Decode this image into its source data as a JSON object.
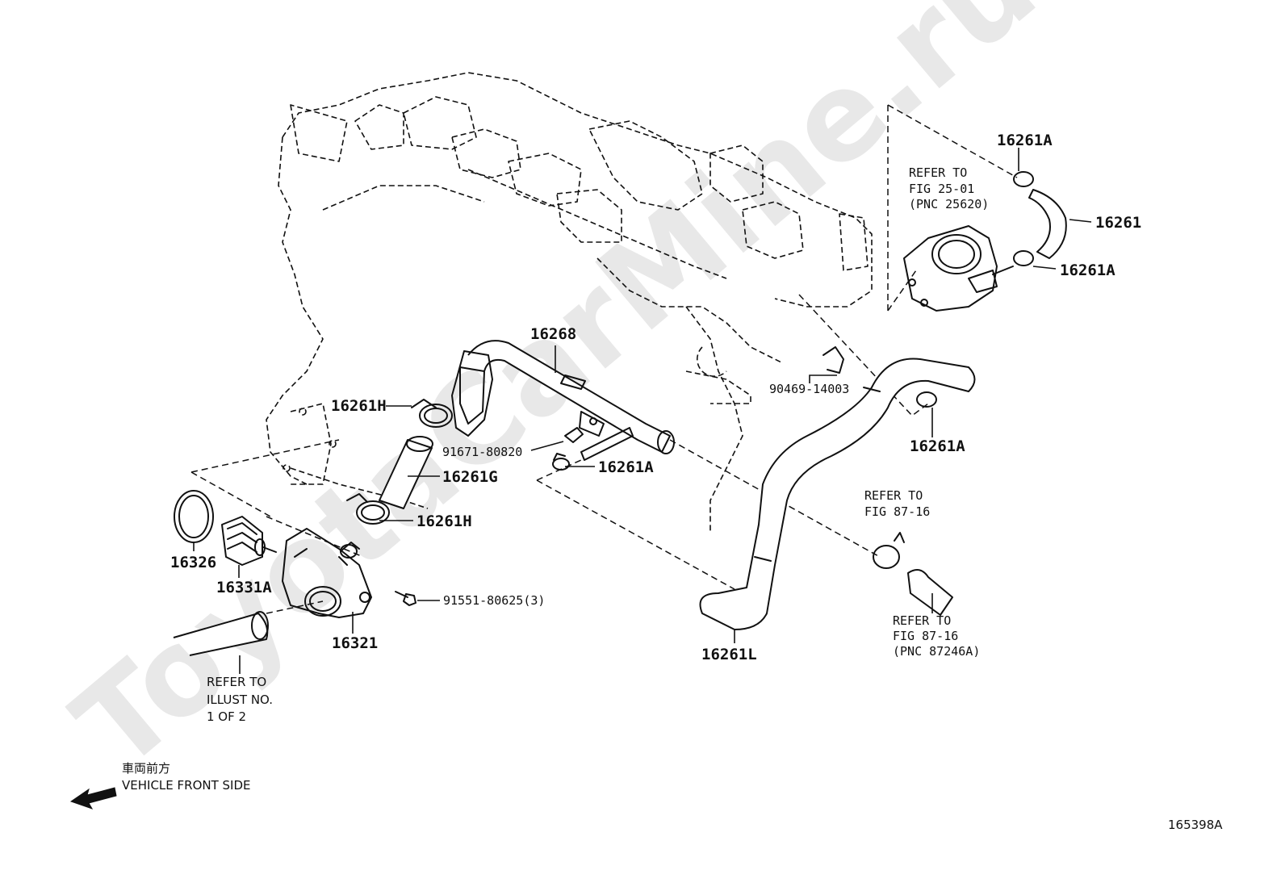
{
  "watermark": "ToyotaCarMine.ru",
  "figure_code": "165398A",
  "direction": {
    "japanese": "車両前方",
    "english": "VEHICLE FRONT SIDE"
  },
  "part_labels": {
    "p16261A_top": "16261A",
    "p16261": "16261",
    "p16261A_right": "16261A",
    "p16268": "16268",
    "p90469": "90469-14003",
    "p16261A_lower_right": "16261A",
    "p16261H_upper": "16261H",
    "p91671": "91671-80820",
    "p16261A_mid": "16261A",
    "p16261G": "16261G",
    "p16261H_lower": "16261H",
    "p16326": "16326",
    "p16331A": "16331A",
    "p91551": "91551-80625(3)",
    "p16321": "16321",
    "p16261L": "16261L"
  },
  "references": {
    "fig25": [
      "REFER TO",
      "FIG 25-01",
      "(PNC 25620)"
    ],
    "fig87_upper": [
      "REFER TO",
      "FIG 87-16"
    ],
    "fig87_lower": [
      "REFER TO",
      "FIG 87-16",
      "(PNC 87246A)"
    ],
    "illust": [
      "REFER TO",
      "ILLUST NO.",
      "1 OF 2"
    ]
  }
}
